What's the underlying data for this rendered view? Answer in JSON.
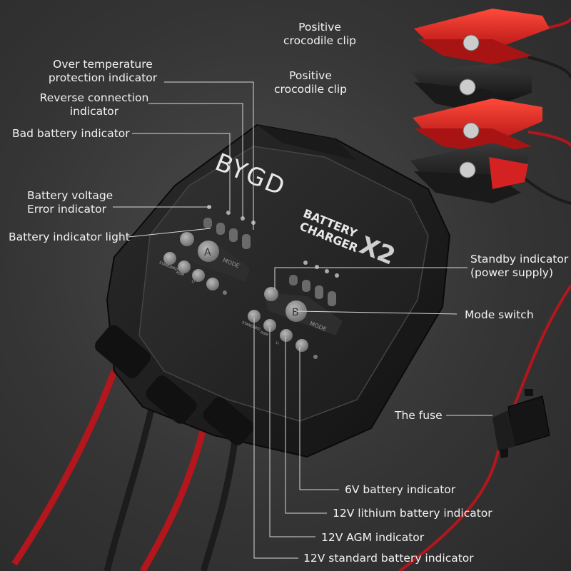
{
  "product": {
    "brand": "BYGD",
    "title_line1": "BATTERY",
    "title_line2": "CHARGER",
    "multiplier": "X2",
    "channel_a_button": "A",
    "channel_b_button": "B",
    "mode_text": "MODE",
    "mode_labels": [
      "STANDARD",
      "AGM",
      "Li"
    ]
  },
  "callouts": {
    "positive_clip_1": "Positive\ncrocodile clip",
    "positive_clip_2": "Positive\ncrocodile clip",
    "over_temp": "Over temperature\nprotection indicator",
    "reverse_conn": "Reverse connection\nindicator",
    "bad_battery": "Bad battery indicator",
    "voltage_error": "Battery voltage\nError indicator",
    "battery_light": "Battery indicator light",
    "standby": "Standby indicator\n(power supply)",
    "mode_switch": "Mode switch",
    "fuse": "The fuse",
    "six_v": "6V battery indicator",
    "lithium": "12V lithium battery indicator",
    "agm": "12V AGM indicator",
    "standard": "12V standard battery indicator"
  },
  "colors": {
    "clip_red": "#e02828",
    "clip_black": "#1e1e1e",
    "cable_red": "#b3161c",
    "leader_line": "#d8d8d8",
    "label_text": "#f2f2f2"
  }
}
